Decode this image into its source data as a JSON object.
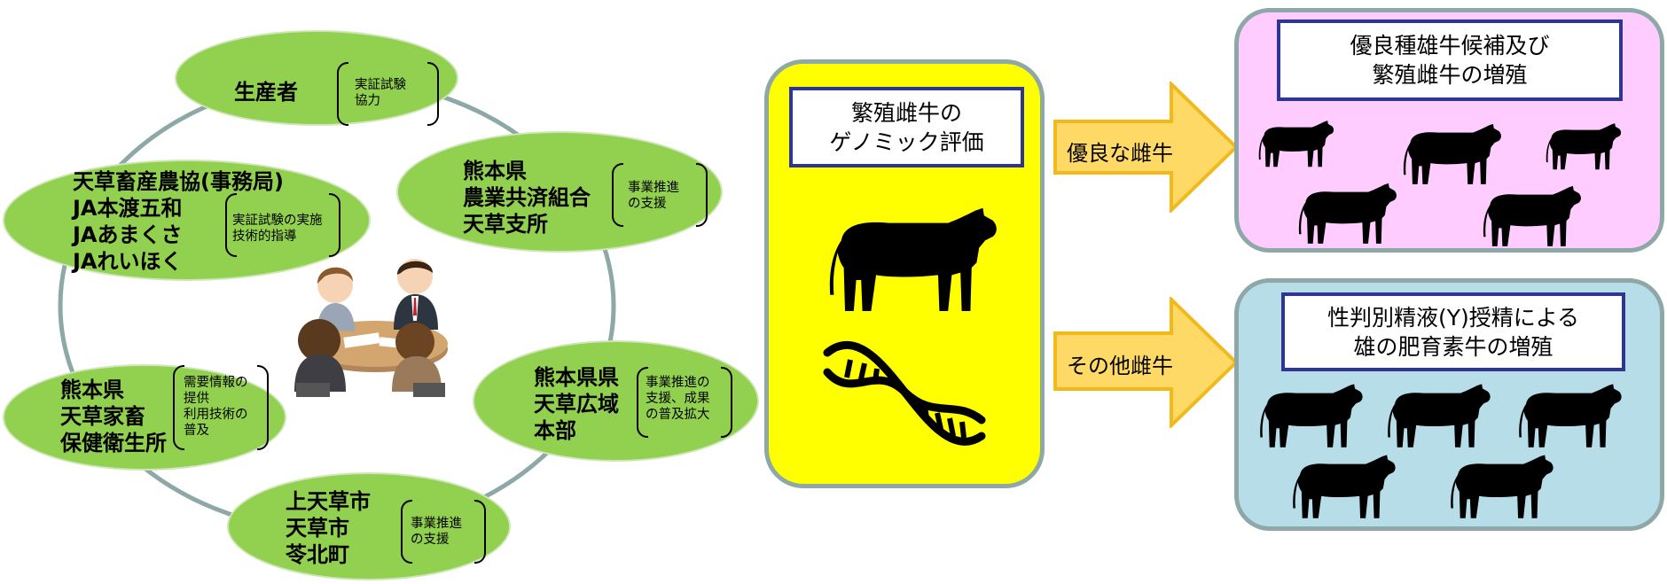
{
  "network": {
    "producer": {
      "name": "生産者",
      "role": "実証試験\n協力"
    },
    "amakusa_ja": {
      "name": "天草畜産農協(事務局)\nJA本渡五和\nJAあまくさ\nJAれいほく",
      "role": "実証試験の実施\n技術的指導"
    },
    "nosai": {
      "name": "熊本県\n農業共済組合\n天草支所",
      "role": "事業推進\nの支援"
    },
    "pref_office": {
      "name": "熊本県県\n天草広域\n本部",
      "role": "事業推進の\n支援、成果\nの普及拡大"
    },
    "health_center": {
      "name": "熊本県\n天草家畜\n保健衛生所",
      "role": "需要情報の\n提供\n利用技術の\n普及"
    },
    "cities": {
      "name": "上天草市\n天草市\n苓北町",
      "role": "事業推進\nの支援"
    }
  },
  "evaluation": {
    "title": "繁殖雌牛の\nゲノミック評価"
  },
  "arrows": {
    "top": "優良な雌牛",
    "bottom": "その他雌牛"
  },
  "results": {
    "top": {
      "title": "優良種雄牛候補及び\n繁殖雌牛の増殖"
    },
    "bottom": {
      "title": "性判別精液(Y)授精による\n雄の肥育素牛の増殖"
    }
  },
  "icons": {
    "meeting": "meeting-people-illustration",
    "cow": "cow-silhouette-icon",
    "dna": "dna-helix-icon"
  },
  "colors": {
    "ellipse_fill": "#92d050",
    "circle_line": "#8ea7a7",
    "eval_panel": "#ffff00",
    "arrow_fill": "#ffd966",
    "arrow_stroke": "#f2b91c",
    "top_panel": "#ffccff",
    "bottom_panel": "#b7dee8",
    "title_border": "#2f3593"
  }
}
